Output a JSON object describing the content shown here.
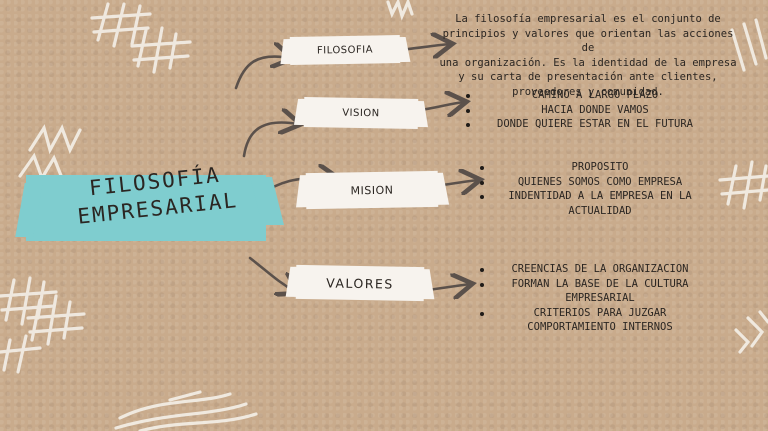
{
  "title": "FILOSOFÍA EMPRESARIAL",
  "colors": {
    "accent": "#7fcdcf",
    "label_bg": "#f7f3ee",
    "background": "#c9ab8c",
    "ink": "#3b3430"
  },
  "branches": [
    {
      "label": "FILOSOFIA",
      "description": [
        "La filosofía empresarial es el conjunto de",
        "principios y valores que orientan las acciones de",
        "una organización. Es la identidad de la empresa",
        "y su carta de presentación ante clientes,",
        "proveedores y comunidad."
      ]
    },
    {
      "label": "VISION",
      "items": [
        "CAMINO A LARGO PLAZO",
        "HACIA DONDE VAMOS",
        "DONDE QUIERE ESTAR EN EL FUTURA"
      ]
    },
    {
      "label": "MISION",
      "items": [
        "PROPOSITO",
        "QUIENES SOMOS COMO EMPRESA",
        "INDENTIDAD A LA EMPRESA EN LA ACTUALIDAD"
      ]
    },
    {
      "label": "VALORES",
      "items": [
        "CREENCIAS DE LA ORGANIZACION",
        "FORMAN LA BASE DE LA CULTURA EMPRESARIAL",
        "CRITERIOS PARA JUZGAR COMPORTAMIENTO INTERNOS"
      ]
    }
  ]
}
